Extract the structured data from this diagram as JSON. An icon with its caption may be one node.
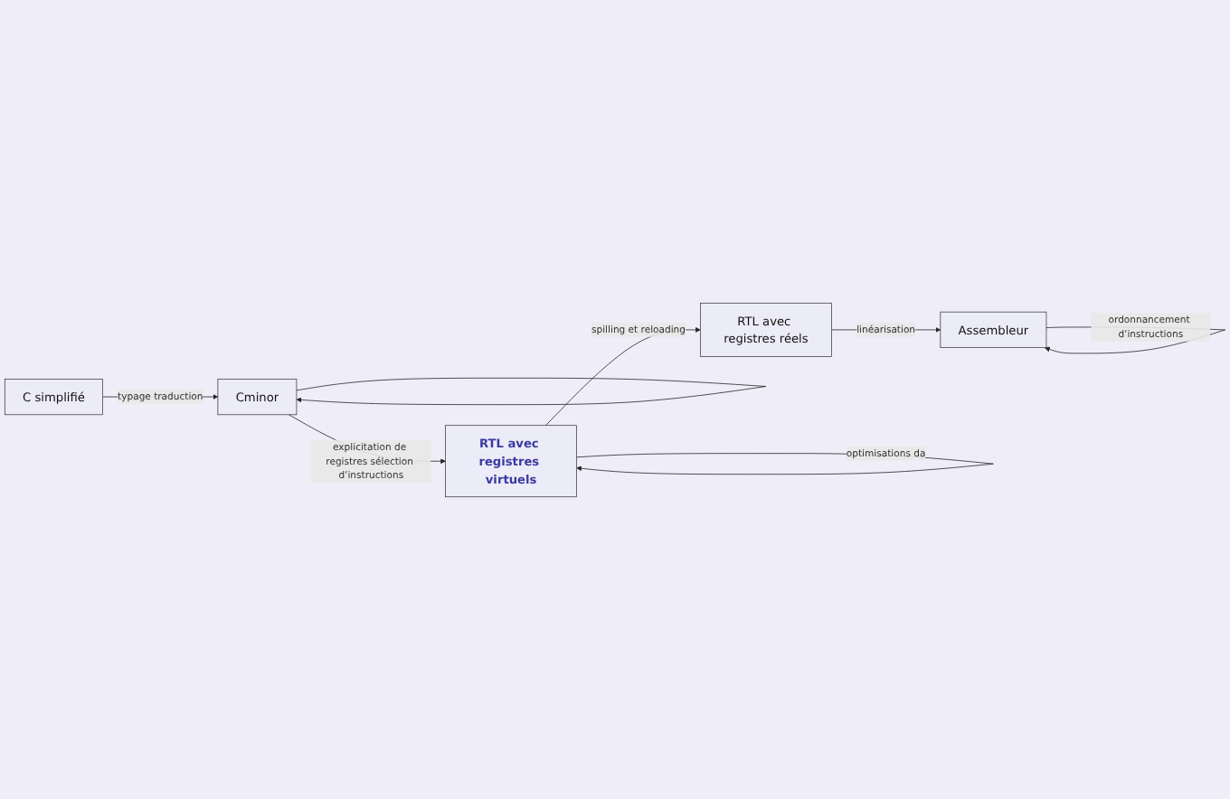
{
  "diagram": {
    "nodes": [
      {
        "text": [
          "C simplifié"
        ]
      },
      {
        "text": [
          "Cminor"
        ]
      },
      {
        "text": [
          "RTL avec registres réels"
        ]
      },
      {
        "text": [
          "RTL avec registres virtuels"
        ]
      },
      {
        "text": [
          "Assembleur"
        ]
      }
    ],
    "edges": [
      {
        "from": 0,
        "to": 1,
        "arrow": "to",
        "label": "typage traduction"
      },
      {
        "from": 1,
        "to": 1,
        "arrow": "to"
      },
      {
        "from": 1,
        "to": 3,
        "arrow": "to",
        "label": "explicitation de registres sélection d’instructions"
      },
      {
        "from": 3,
        "to": 2,
        "arrow": "to",
        "label": "spilling et reloading"
      },
      {
        "from": 3,
        "to": 3,
        "arrow": "to",
        "label": "optimisations da"
      },
      {
        "from": 2,
        "to": 4,
        "arrow": "to",
        "label": "linéarisation"
      },
      {
        "from": 4,
        "to": 4,
        "arrow": "to",
        "label": "ordonnancement d’instructions"
      }
    ]
  }
}
